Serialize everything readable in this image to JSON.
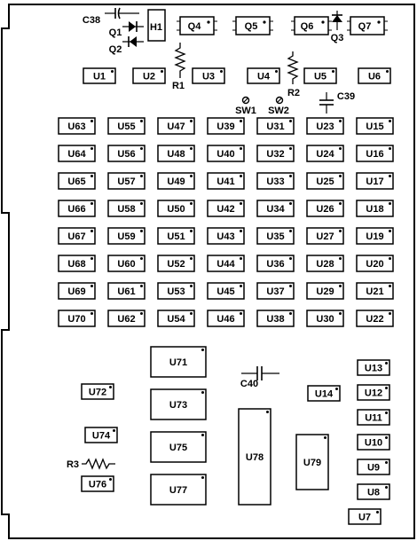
{
  "board": {
    "chips": [
      {
        "id": "U1"
      },
      {
        "id": "U2"
      },
      {
        "id": "U3"
      },
      {
        "id": "U4"
      },
      {
        "id": "U5"
      },
      {
        "id": "U6"
      },
      {
        "id": "U63"
      },
      {
        "id": "U55"
      },
      {
        "id": "U47"
      },
      {
        "id": "U39"
      },
      {
        "id": "U31"
      },
      {
        "id": "U23"
      },
      {
        "id": "U15"
      },
      {
        "id": "U64"
      },
      {
        "id": "U56"
      },
      {
        "id": "U48"
      },
      {
        "id": "U40"
      },
      {
        "id": "U32"
      },
      {
        "id": "U24"
      },
      {
        "id": "U16"
      },
      {
        "id": "U65"
      },
      {
        "id": "U57"
      },
      {
        "id": "U49"
      },
      {
        "id": "U41"
      },
      {
        "id": "U33"
      },
      {
        "id": "U25"
      },
      {
        "id": "U17"
      },
      {
        "id": "U66"
      },
      {
        "id": "U58"
      },
      {
        "id": "U50"
      },
      {
        "id": "U42"
      },
      {
        "id": "U34"
      },
      {
        "id": "U26"
      },
      {
        "id": "U18"
      },
      {
        "id": "U67"
      },
      {
        "id": "U59"
      },
      {
        "id": "U51"
      },
      {
        "id": "U43"
      },
      {
        "id": "U35"
      },
      {
        "id": "U27"
      },
      {
        "id": "U19"
      },
      {
        "id": "U68"
      },
      {
        "id": "U60"
      },
      {
        "id": "U52"
      },
      {
        "id": "U44"
      },
      {
        "id": "U36"
      },
      {
        "id": "U28"
      },
      {
        "id": "U20"
      },
      {
        "id": "U69"
      },
      {
        "id": "U61"
      },
      {
        "id": "U53"
      },
      {
        "id": "U45"
      },
      {
        "id": "U37"
      },
      {
        "id": "U29"
      },
      {
        "id": "U21"
      },
      {
        "id": "U70"
      },
      {
        "id": "U62"
      },
      {
        "id": "U54"
      },
      {
        "id": "U46"
      },
      {
        "id": "U38"
      },
      {
        "id": "U30"
      },
      {
        "id": "U22"
      },
      {
        "id": "U71"
      },
      {
        "id": "U73"
      },
      {
        "id": "U75"
      },
      {
        "id": "U77"
      },
      {
        "id": "U72"
      },
      {
        "id": "U74"
      },
      {
        "id": "U76"
      },
      {
        "id": "U78"
      },
      {
        "id": "U79"
      },
      {
        "id": "U14"
      },
      {
        "id": "U13"
      },
      {
        "id": "U12"
      },
      {
        "id": "U11"
      },
      {
        "id": "U10"
      },
      {
        "id": "U9"
      },
      {
        "id": "U8"
      },
      {
        "id": "U7"
      }
    ],
    "sockets": [
      {
        "id": "Q4"
      },
      {
        "id": "Q5"
      },
      {
        "id": "Q6"
      },
      {
        "id": "Q7"
      }
    ],
    "header": {
      "id": "H1"
    },
    "capacitors": [
      {
        "id": "C38"
      },
      {
        "id": "C39"
      },
      {
        "id": "C40"
      }
    ],
    "diodes": [
      {
        "id": "Q1"
      },
      {
        "id": "Q2"
      },
      {
        "id": "Q3"
      }
    ],
    "resistors": [
      {
        "id": "R1"
      },
      {
        "id": "R2"
      },
      {
        "id": "R3"
      }
    ],
    "switches": [
      {
        "id": "SW1"
      },
      {
        "id": "SW2"
      }
    ]
  }
}
